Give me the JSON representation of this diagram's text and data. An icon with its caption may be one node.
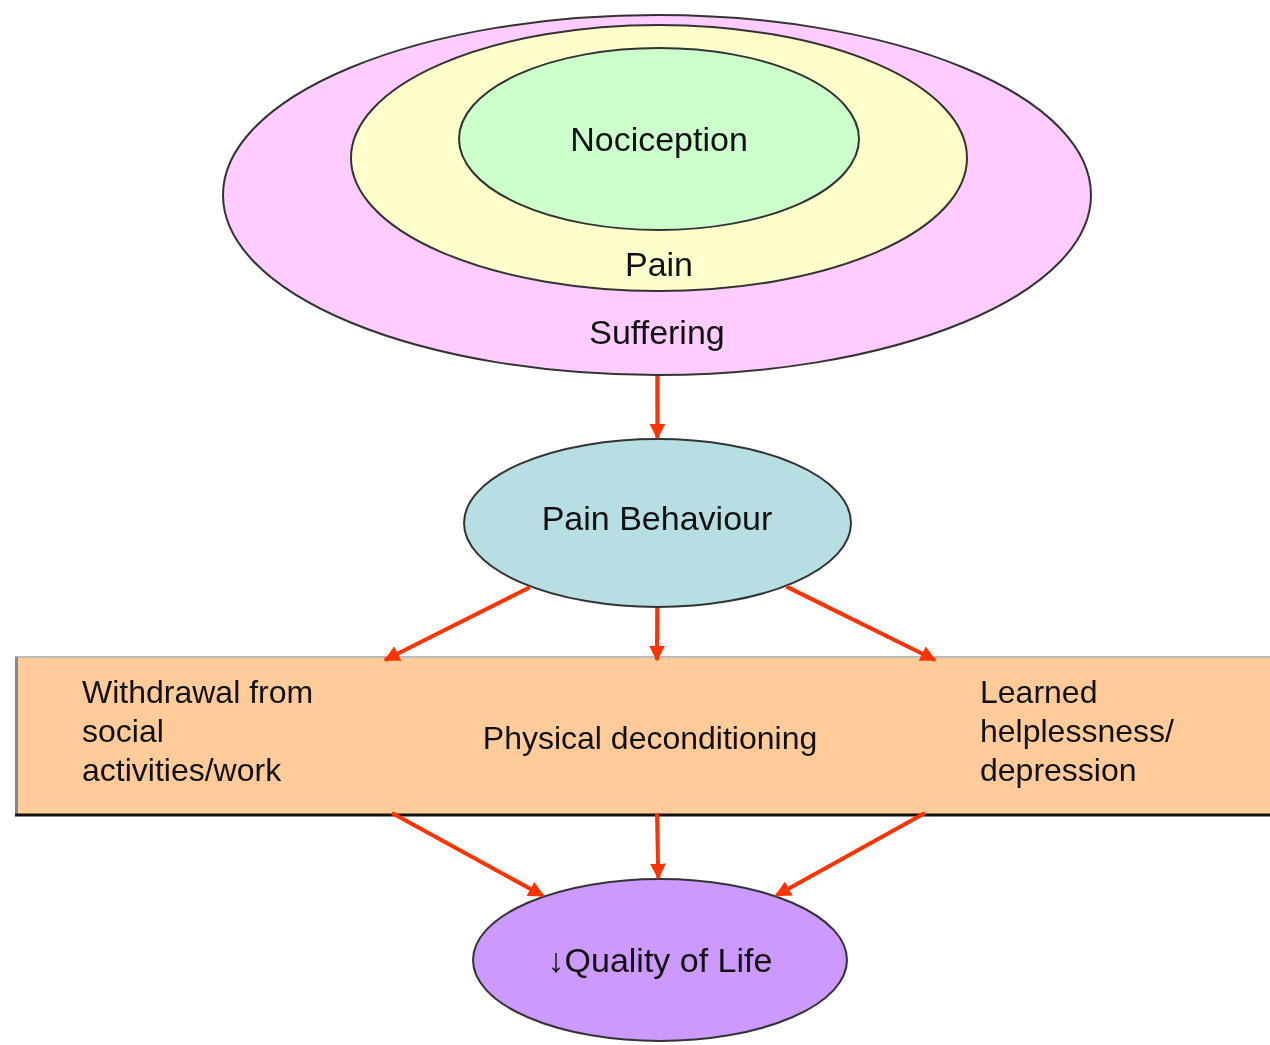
{
  "diagram": {
    "nodes": [
      {
        "text": [
          "Suffering"
        ]
      },
      {
        "text": [
          "Pain"
        ],
        "in": 0
      },
      {
        "text": [
          "Nociception"
        ],
        "in": 1
      },
      {
        "text": [
          "Pain Behaviour"
        ]
      },
      {
        "text": [],
        "shape": "box"
      },
      {
        "text": [
          "Withdrawal from social activities/work"
        ],
        "in": 4
      },
      {
        "text": [
          "Physical deconditioning"
        ],
        "in": 4
      },
      {
        "text": [
          "Learned helplessness/ depression"
        ],
        "in": 4
      },
      {
        "text": [
          "↓Quality of Life"
        ]
      }
    ],
    "edges": [
      {
        "from": 0,
        "to": 3,
        "arrow": "to"
      },
      {
        "from": 3,
        "to": 5,
        "arrow": "to"
      },
      {
        "from": 3,
        "to": 6,
        "arrow": "to"
      },
      {
        "from": 3,
        "to": 7,
        "arrow": "to"
      },
      {
        "from": 5,
        "to": 8,
        "arrow": "to"
      },
      {
        "from": 6,
        "to": 8,
        "arrow": "to"
      },
      {
        "from": 7,
        "to": 8,
        "arrow": "to"
      }
    ]
  }
}
